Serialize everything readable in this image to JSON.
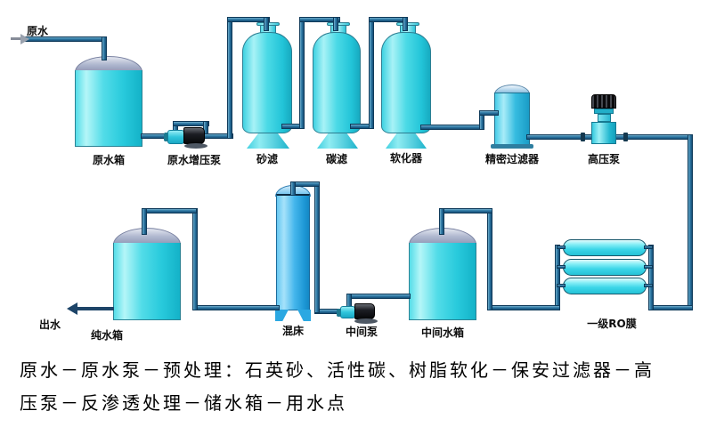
{
  "diagram": {
    "type": "water-treatment-process-flow",
    "inlet": {
      "label": "原水"
    },
    "outlet": {
      "label": "出水"
    },
    "equipment": {
      "raw_tank": {
        "label": "原水箱"
      },
      "booster_pump": {
        "label": "原水增压泵"
      },
      "sand_filter": {
        "label": "砂滤"
      },
      "carbon_filter": {
        "label": "碳滤"
      },
      "softener": {
        "label": "软化器"
      },
      "precision_filter": {
        "label": "精密过滤器"
      },
      "hp_pump": {
        "label": "高压泵"
      },
      "pure_tank": {
        "label": "纯水箱"
      },
      "mixed_bed": {
        "label": "混床"
      },
      "intermediate_pump": {
        "label": "中间泵"
      },
      "intermediate_tank": {
        "label": "中间水箱"
      },
      "ro_membrane": {
        "label": "一级RO膜"
      }
    },
    "caption": {
      "line1": "原水－原水泵－预处理：石英砂、活性碳、树脂软化－保安过滤器－高",
      "line2": "压泵－反渗透处理－储水箱－用水点"
    },
    "colors": {
      "tank_cyan": "#2fd0e0",
      "dome_gray": "#98a0bc",
      "mixed_bed_blue": "#2aa6e4",
      "pipe_blue": "#2e7aa6",
      "pipe_edge": "#0f3a5a",
      "pump_motor_black": "#17181c",
      "outlet_navy": "#1d4468",
      "text_black": "#000000"
    }
  }
}
